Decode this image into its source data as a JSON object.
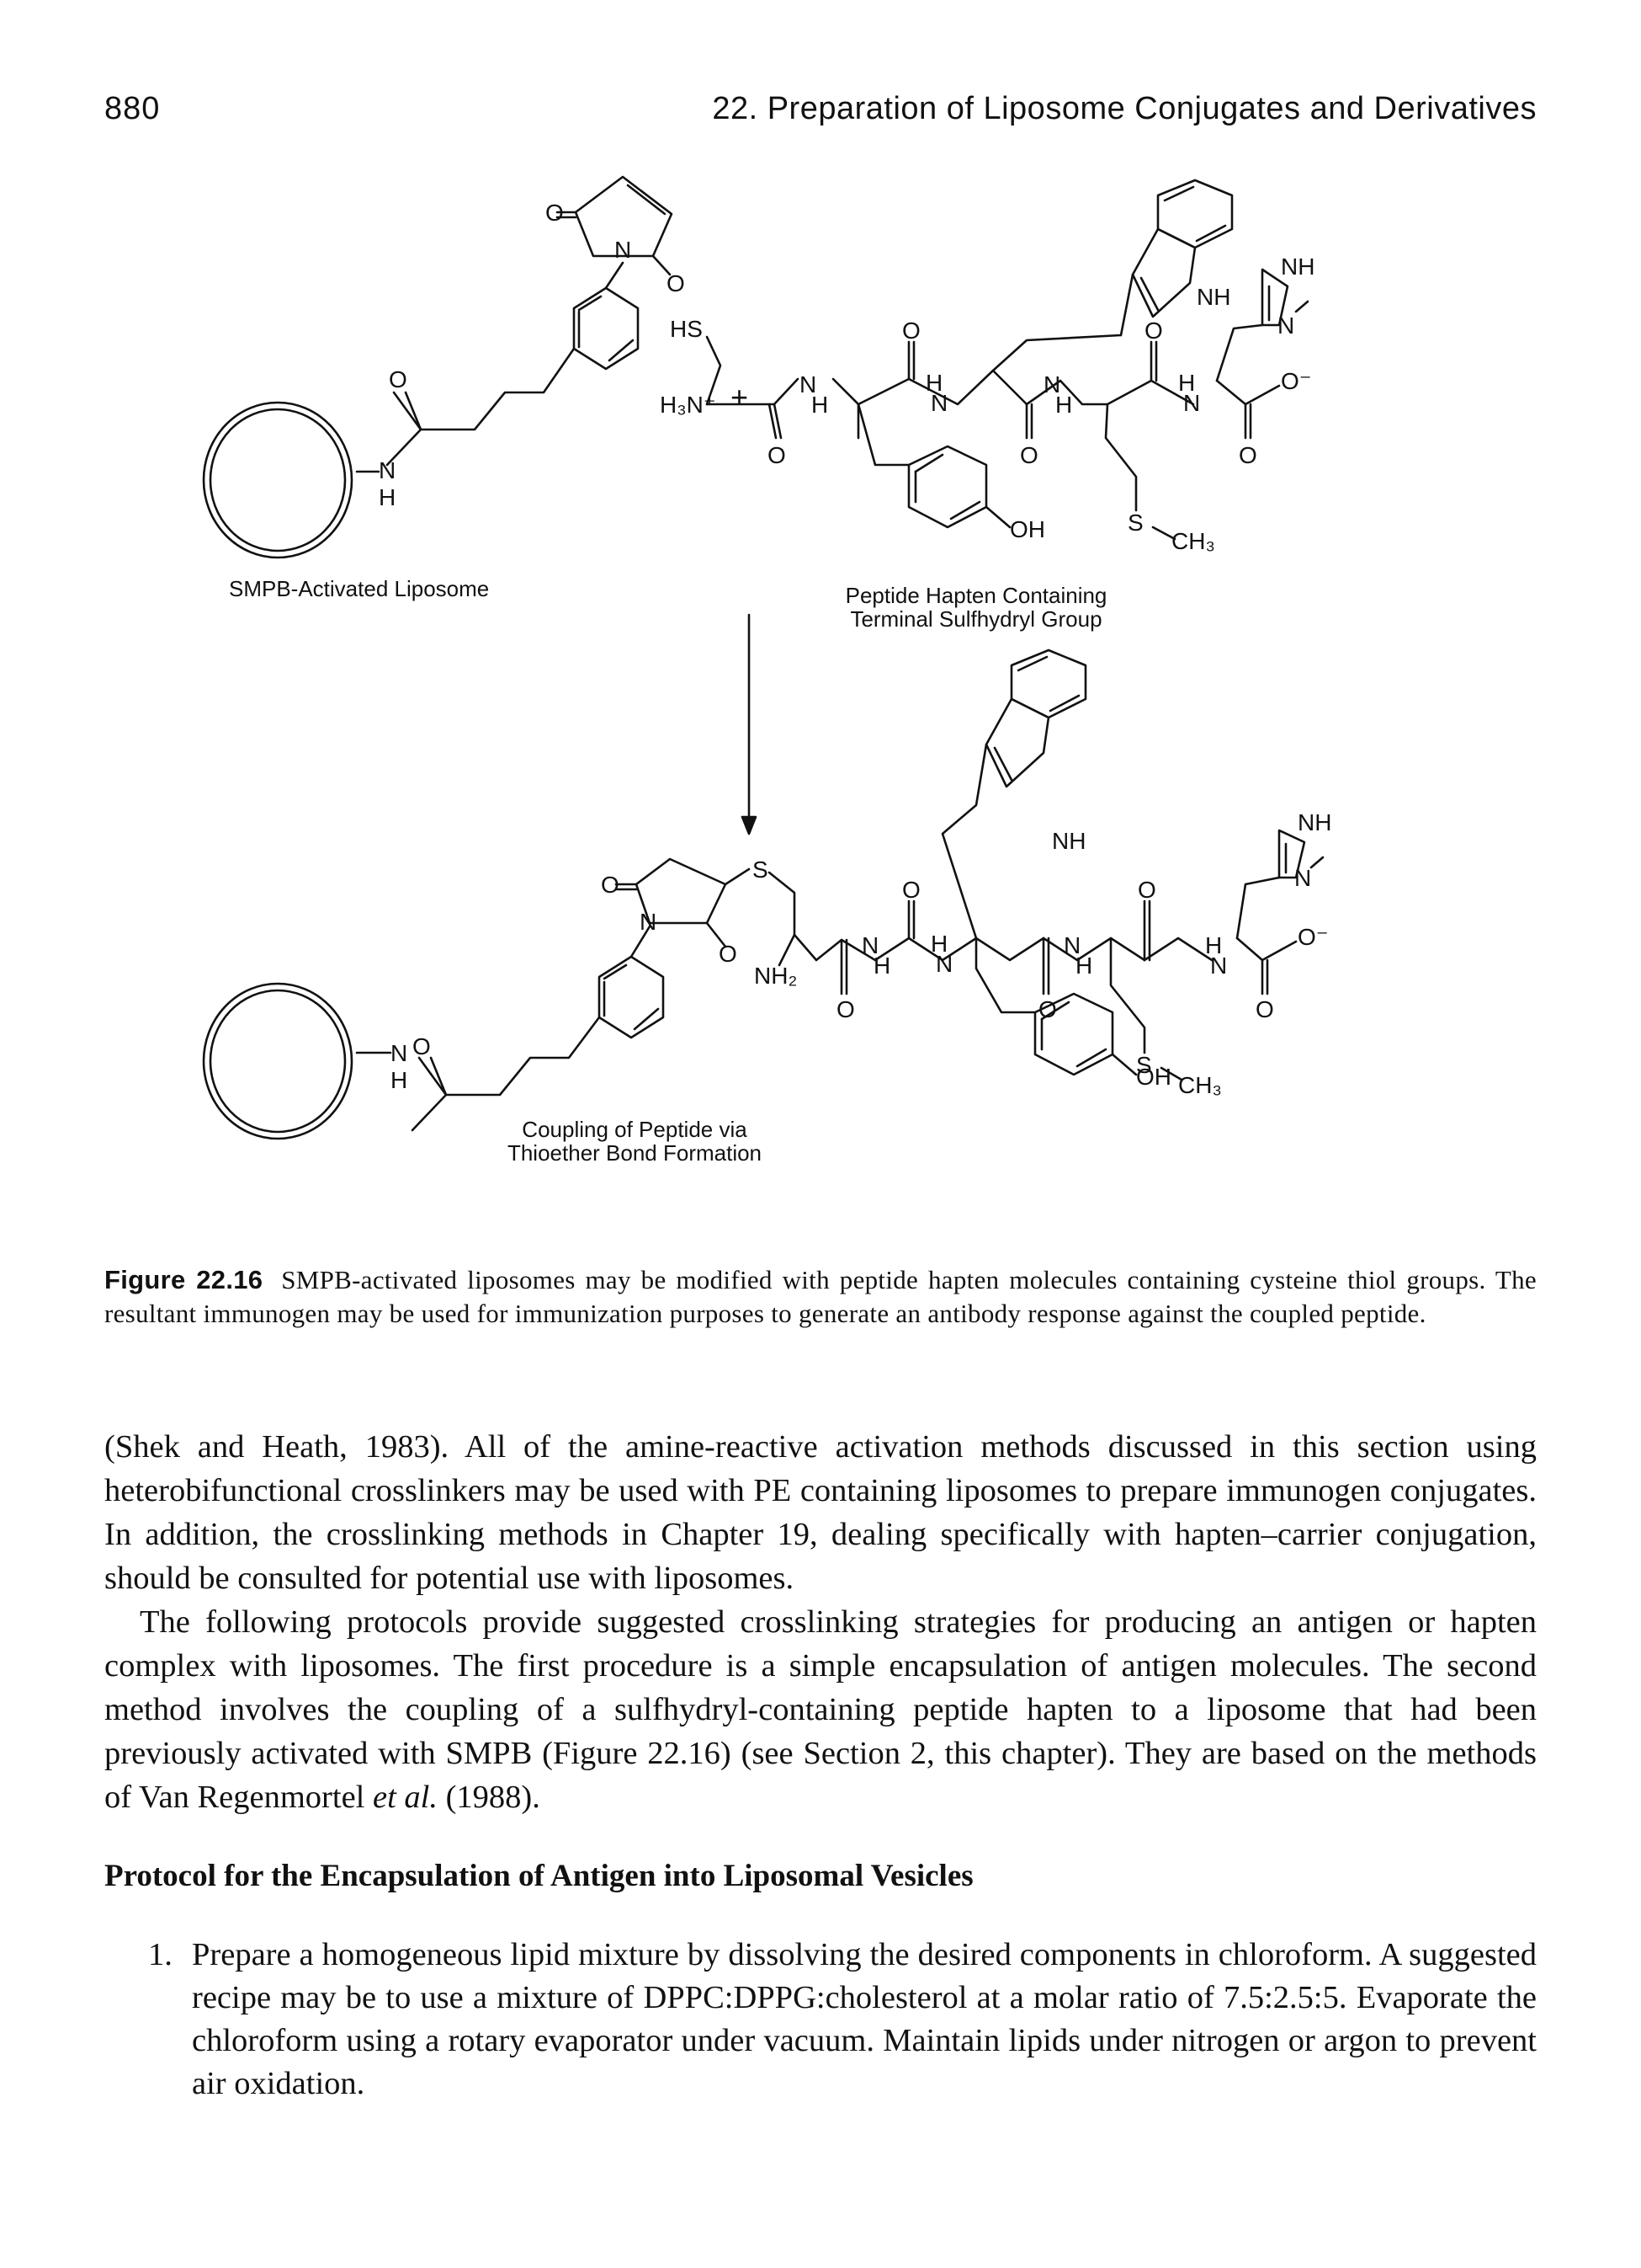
{
  "header": {
    "page_number": "880",
    "chapter_title": "22. Preparation of Liposome Conjugates and Derivatives"
  },
  "figure": {
    "labels": {
      "smpb_liposome": "SMPB-Activated Liposome",
      "peptide_line1": "Peptide Hapten Containing",
      "peptide_line2": "Terminal Sulfhydryl Group",
      "coupling_line1": "Coupling of Peptide via",
      "coupling_line2": "Thioether Bond Formation",
      "plus": "+"
    },
    "atoms": {
      "O": "O",
      "N": "N",
      "H": "H",
      "NH": "NH",
      "HS": "HS",
      "S": "S",
      "OH": "OH",
      "O_minus": "O⁻",
      "H3N": "H₃N⁺",
      "NH2": "NH₂",
      "CH3": "CH₃"
    },
    "caption_label": "Figure 22.16",
    "caption_text": "SMPB-activated liposomes may be modified with peptide hapten molecules containing cysteine thiol groups. The resultant immunogen may be used for immunization purposes to generate an antibody response against the coupled peptide."
  },
  "body": {
    "para1": "(Shek and Heath, 1983). All of the amine-reactive activation methods discussed in this section using heterobifunctional crosslinkers may be used with PE containing liposomes to prepare immunogen conjugates. In addition, the crosslinking methods in Chapter 19, dealing specifically with hapten–carrier conjugation, should be consulted for potential use with liposomes.",
    "para2_main": "The following protocols provide suggested crosslinking strategies for producing an antigen or hapten complex with liposomes. The first procedure is a simple encapsulation of antigen molecules. The second method involves the coupling of a sulfhydryl-containing peptide hapten to a liposome that had been previously activated with SMPB (Figure 22.16) (see Section 2, this chapter). They are based on the methods of Van Regenmortel",
    "para2_etal": "et al.",
    "para2_end": "(1988)."
  },
  "section": {
    "heading": "Protocol for the Encapsulation of Antigen into Liposomal Vesicles"
  },
  "steps": [
    {
      "number": "1.",
      "text": "Prepare a homogeneous lipid mixture by dissolving the desired components in chloroform. A suggested recipe may be to use a mixture of DPPC:DPPG:cholesterol at a molar ratio of 7.5:2.5:5. Evaporate the chloroform using a rotary evaporator under vacuum. Maintain lipids under nitrogen or argon to prevent air oxidation."
    }
  ]
}
